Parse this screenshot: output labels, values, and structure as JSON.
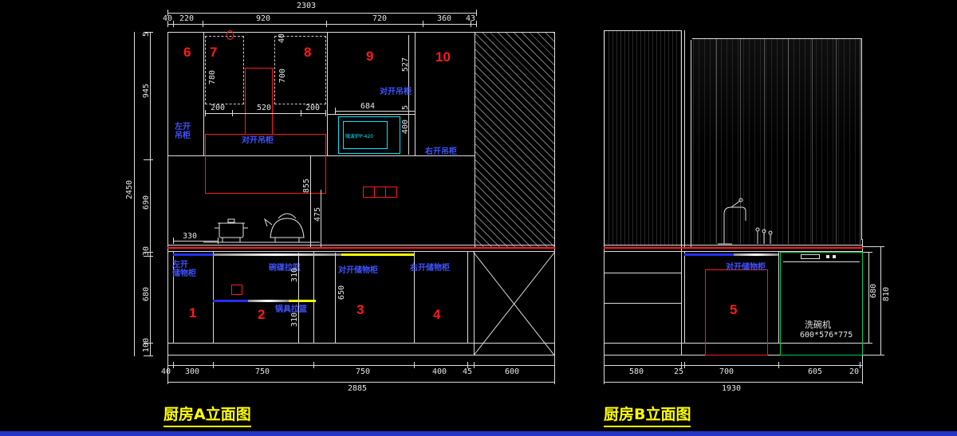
{
  "drawing_a": {
    "title": "厨房A立面图",
    "dims": {
      "top_overall": "2303",
      "top_segments": [
        "40",
        "220",
        "920",
        "720",
        "360",
        "43"
      ],
      "left_overall": "2450",
      "left_segments": [
        "5",
        "945",
        "690",
        "30",
        "680",
        "100"
      ],
      "bottom_overall": "2885",
      "bottom_segments": [
        "40",
        "300",
        "750",
        "750",
        "400",
        "45",
        "600"
      ],
      "hood_widths": [
        "200",
        "520",
        "200"
      ],
      "hood_heights": {
        "h40": "40",
        "h780": "780",
        "h700": "700"
      },
      "niche": {
        "w684": "684",
        "h527": "527",
        "h5": "5",
        "h400": "400"
      },
      "mid": {
        "v855": "855",
        "v475": "475",
        "w330": "330"
      },
      "lower": {
        "v310a": "310",
        "v650": "650",
        "v310b": "310"
      }
    },
    "numbers": {
      "n1": "1",
      "n2": "2",
      "n3": "3",
      "n4": "4",
      "n6": "6",
      "n7": "7",
      "n8": "8",
      "n9": "9",
      "n10": "10"
    },
    "labels": {
      "left_hanging_l1": "左开",
      "left_hanging_l2": "吊柜",
      "mid_hanging": "对开吊柜",
      "niche_hanging": "对开吊柜",
      "right_hanging": "右开吊柜",
      "left_storage_l1": "左开",
      "left_storage_l2": "储物柜",
      "bowl_basket": "碗碟拉篮",
      "double_storage": "对开储物柜",
      "right_storage": "右开储物柜",
      "pot_basket": "锅具拉篮",
      "microwave": "微波炉P-420"
    }
  },
  "drawing_b": {
    "title": "厨房B立面图",
    "dims": {
      "bottom_overall": "1930",
      "bottom_segments": [
        "580",
        "25",
        "700",
        "605",
        "20"
      ],
      "right": {
        "h680": "680",
        "h810": "810"
      }
    },
    "numbers": {
      "n5": "5"
    },
    "labels": {
      "double_storage": "对开储物柜",
      "dishwasher": "洗碗机",
      "dishwasher_size": "600*576*775"
    }
  }
}
